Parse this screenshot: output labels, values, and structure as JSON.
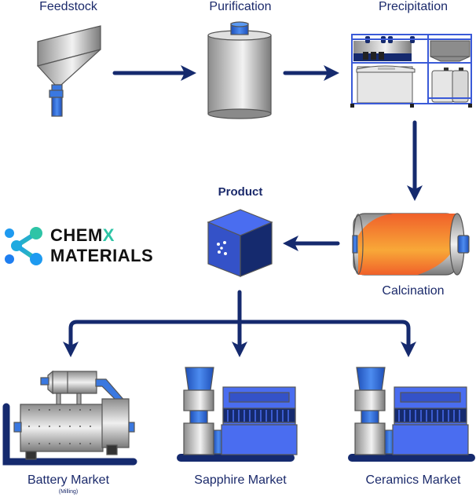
{
  "title": "CHEMX Materials process flow",
  "colors": {
    "arrow": "#152a6e",
    "navy": "#152a6e",
    "blue": "#4a6df0",
    "blue_dark": "#1e3a9e",
    "metal_light": "#f0f0f0",
    "metal_dark": "#8a8a8a",
    "orange": "#f47a2a",
    "logo_teal": "#2ec4a6",
    "logo_blue": "#1e7ef0"
  },
  "stages": {
    "feedstock": {
      "label": "Feedstock",
      "icon": "hopper-icon"
    },
    "purification": {
      "label": "Purification",
      "icon": "tank-icon"
    },
    "precipitation": {
      "label": "Precipitation",
      "icon": "precipitation-unit-icon"
    },
    "calcination": {
      "label": "Calcination",
      "icon": "rotary-kiln-icon"
    },
    "product": {
      "label": "Product",
      "icon": "cube-icon"
    }
  },
  "logo": {
    "line1": "CHEM",
    "line1_accent": "X",
    "line2": "MATERIALS",
    "icon": "molecule-icon"
  },
  "markets": [
    {
      "label": "Battery Market",
      "sublabel": "(Milling)",
      "icon": "ball-mill-icon"
    },
    {
      "label": "Sapphire Market",
      "sublabel": "",
      "icon": "press-machine-icon"
    },
    {
      "label": "Ceramics Market",
      "sublabel": "",
      "icon": "press-machine-icon"
    }
  ],
  "flow": [
    [
      "Feedstock",
      "Purification"
    ],
    [
      "Purification",
      "Precipitation"
    ],
    [
      "Precipitation",
      "Calcination"
    ],
    [
      "Calcination",
      "Product"
    ],
    [
      "Product",
      "Battery Market"
    ],
    [
      "Product",
      "Sapphire Market"
    ],
    [
      "Product",
      "Ceramics Market"
    ]
  ]
}
